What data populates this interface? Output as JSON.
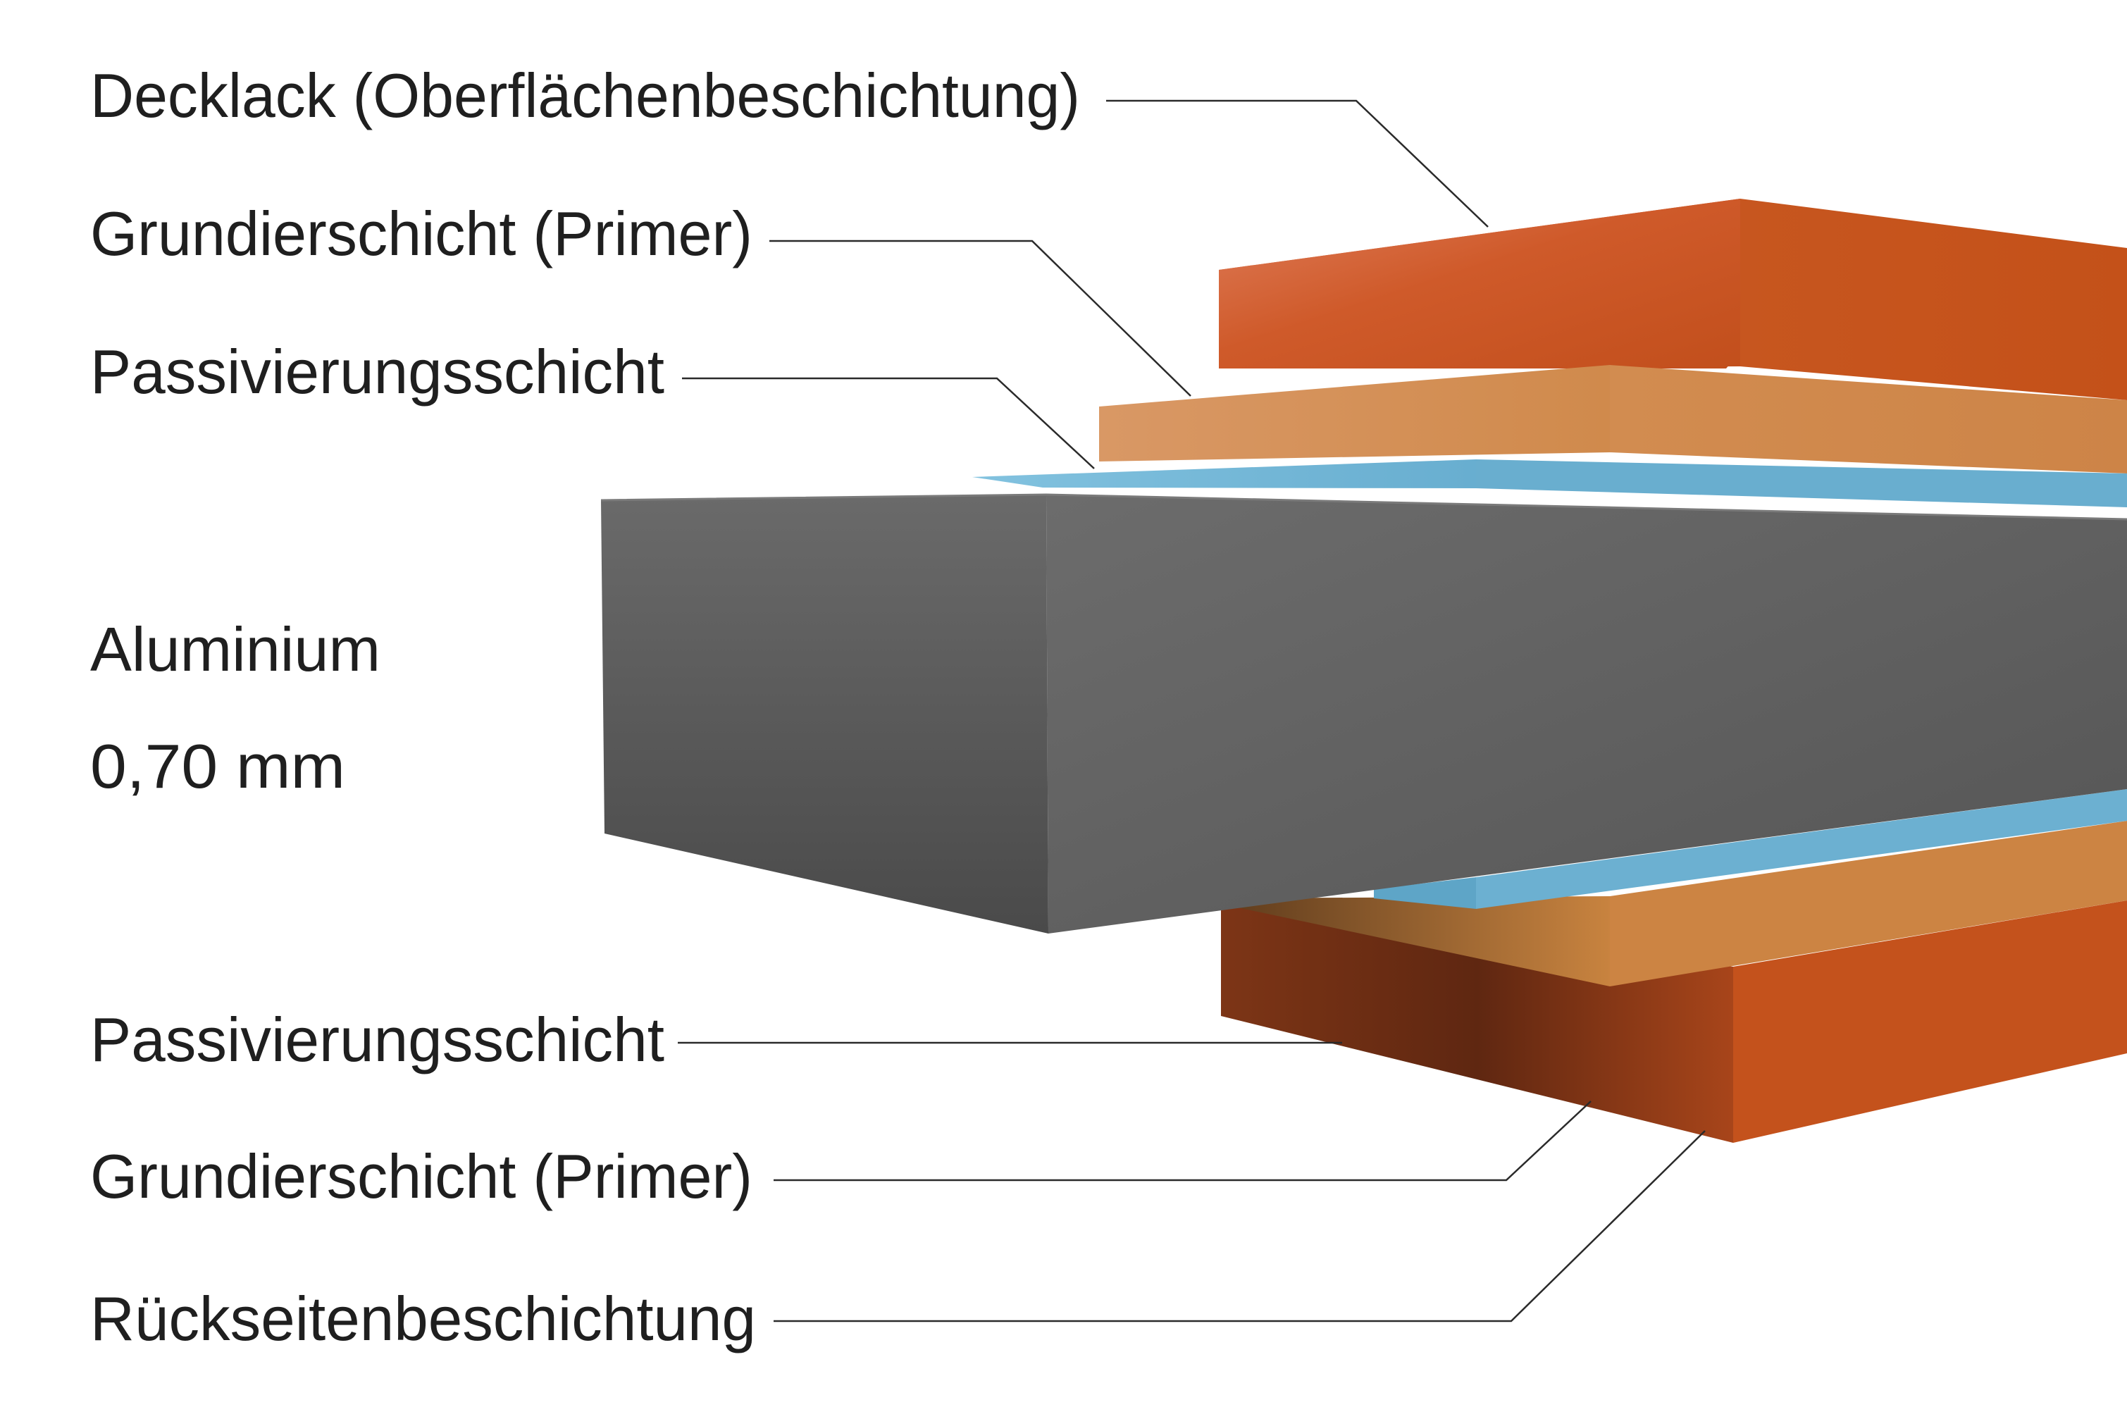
{
  "labels": {
    "top_coat": "Decklack (Oberflächenbeschichtung)",
    "top_primer": "Grundierschicht (Primer)",
    "top_passivation": "Passivierungsschicht",
    "core_material": "Aluminium",
    "core_thickness": "0,70 mm",
    "bottom_passivation": "Passivierungsschicht",
    "bottom_primer": "Grundierschicht (Primer)",
    "back_coat": "Rückseitenbeschichtung"
  },
  "colors": {
    "coat": "#c9531e",
    "primer": "#d3894c",
    "passivation": "#6fb3d3",
    "aluminium": "#5e5e5e",
    "text": "#1f1f1f",
    "leader": "#2a2a2a"
  }
}
